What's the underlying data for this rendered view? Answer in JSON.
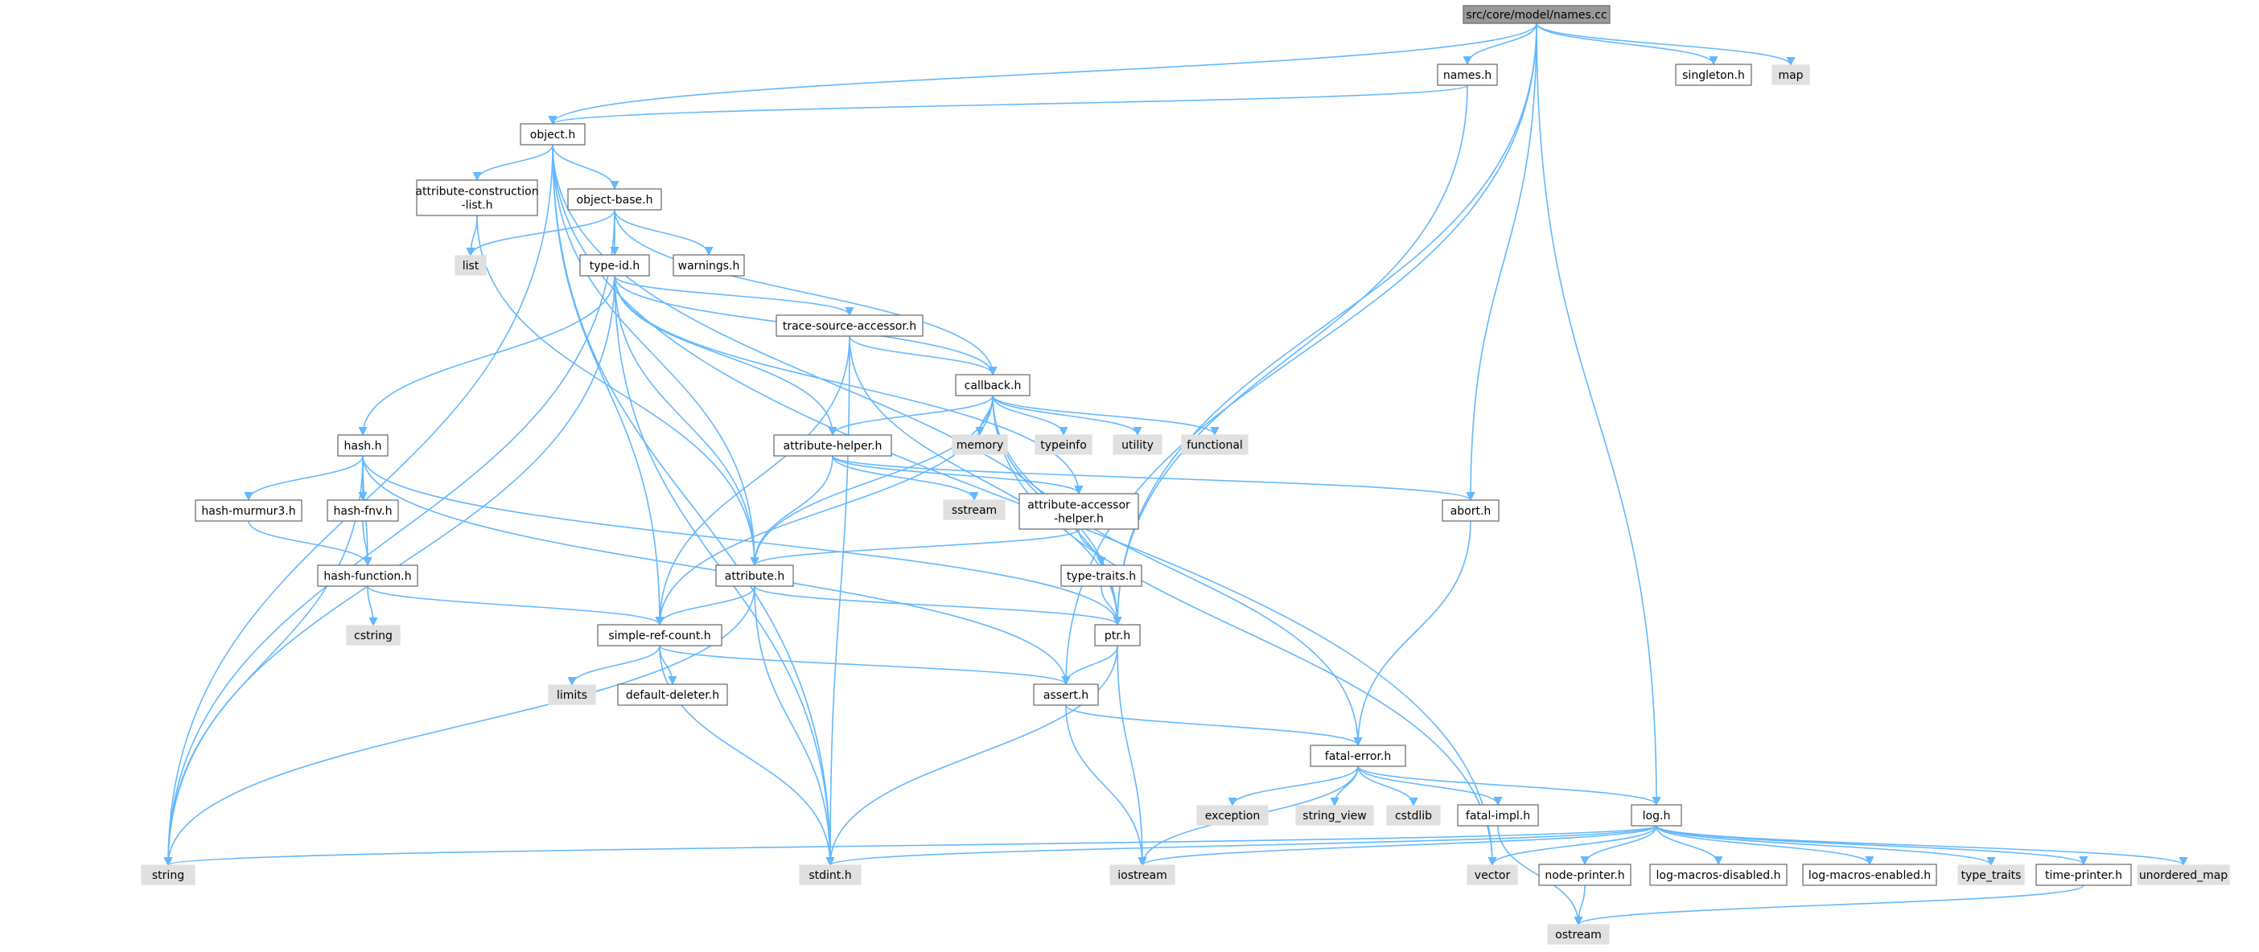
{
  "colors": {
    "edge": "#63b8ff",
    "node_border": "#666666",
    "node_fill": "#ffffff",
    "root_fill": "#999999",
    "system_fill": "#e0e0e0"
  },
  "nodes": [
    {
      "id": "names_cc",
      "label": "src/core/model/names.cc",
      "kind": "root"
    },
    {
      "id": "names_h",
      "label": "names.h",
      "kind": "file"
    },
    {
      "id": "singleton_h",
      "label": "singleton.h",
      "kind": "file"
    },
    {
      "id": "map",
      "label": "map",
      "kind": "system"
    },
    {
      "id": "object_h",
      "label": "object.h",
      "kind": "file"
    },
    {
      "id": "attr_construction",
      "label": [
        "attribute-construction",
        "-list.h"
      ],
      "kind": "file"
    },
    {
      "id": "object_base_h",
      "label": "object-base.h",
      "kind": "file"
    },
    {
      "id": "list",
      "label": "list",
      "kind": "system"
    },
    {
      "id": "type_id_h",
      "label": "type-id.h",
      "kind": "file"
    },
    {
      "id": "warnings_h",
      "label": "warnings.h",
      "kind": "file"
    },
    {
      "id": "trace_source",
      "label": "trace-source-accessor.h",
      "kind": "file"
    },
    {
      "id": "callback_h",
      "label": "callback.h",
      "kind": "file"
    },
    {
      "id": "hash_h",
      "label": "hash.h",
      "kind": "file"
    },
    {
      "id": "attr_helper",
      "label": "attribute-helper.h",
      "kind": "file"
    },
    {
      "id": "memory",
      "label": "memory",
      "kind": "system"
    },
    {
      "id": "typeinfo",
      "label": "typeinfo",
      "kind": "system"
    },
    {
      "id": "utility",
      "label": "utility",
      "kind": "system"
    },
    {
      "id": "functional",
      "label": "functional",
      "kind": "system"
    },
    {
      "id": "hash_murmur",
      "label": "hash-murmur3.h",
      "kind": "file"
    },
    {
      "id": "hash_fnv",
      "label": "hash-fnv.h",
      "kind": "file"
    },
    {
      "id": "sstream",
      "label": "sstream",
      "kind": "system"
    },
    {
      "id": "attr_accessor",
      "label": [
        "attribute-accessor",
        "-helper.h"
      ],
      "kind": "file"
    },
    {
      "id": "abort_h",
      "label": "abort.h",
      "kind": "file"
    },
    {
      "id": "hash_function",
      "label": "hash-function.h",
      "kind": "file"
    },
    {
      "id": "attribute_h",
      "label": "attribute.h",
      "kind": "file"
    },
    {
      "id": "type_traits_h",
      "label": "type-traits.h",
      "kind": "file"
    },
    {
      "id": "cstring",
      "label": "cstring",
      "kind": "system"
    },
    {
      "id": "simple_ref",
      "label": "simple-ref-count.h",
      "kind": "file"
    },
    {
      "id": "ptr_h",
      "label": "ptr.h",
      "kind": "file"
    },
    {
      "id": "limits",
      "label": "limits",
      "kind": "system"
    },
    {
      "id": "default_deleter",
      "label": "default-deleter.h",
      "kind": "file"
    },
    {
      "id": "assert_h",
      "label": "assert.h",
      "kind": "file"
    },
    {
      "id": "fatal_error",
      "label": "fatal-error.h",
      "kind": "file"
    },
    {
      "id": "exception",
      "label": "exception",
      "kind": "system"
    },
    {
      "id": "string_view",
      "label": "string_view",
      "kind": "system"
    },
    {
      "id": "cstdlib",
      "label": "cstdlib",
      "kind": "system"
    },
    {
      "id": "fatal_impl",
      "label": "fatal-impl.h",
      "kind": "file"
    },
    {
      "id": "log_h",
      "label": "log.h",
      "kind": "file"
    },
    {
      "id": "string",
      "label": "string",
      "kind": "system"
    },
    {
      "id": "stdint_h",
      "label": "stdint.h",
      "kind": "system"
    },
    {
      "id": "iostream",
      "label": "iostream",
      "kind": "system"
    },
    {
      "id": "vector",
      "label": "vector",
      "kind": "system"
    },
    {
      "id": "node_printer",
      "label": "node-printer.h",
      "kind": "file"
    },
    {
      "id": "log_macros_disabled",
      "label": "log-macros-disabled.h",
      "kind": "file"
    },
    {
      "id": "log_macros_enabled",
      "label": "log-macros-enabled.h",
      "kind": "file"
    },
    {
      "id": "type_traits",
      "label": "type_traits",
      "kind": "system"
    },
    {
      "id": "time_printer",
      "label": "time-printer.h",
      "kind": "file"
    },
    {
      "id": "unordered_map",
      "label": "unordered_map",
      "kind": "system"
    },
    {
      "id": "ostream",
      "label": "ostream",
      "kind": "system"
    }
  ],
  "edges": [
    [
      "names_cc",
      "object_h"
    ],
    [
      "names_cc",
      "names_h"
    ],
    [
      "names_cc",
      "singleton_h"
    ],
    [
      "names_cc",
      "map"
    ],
    [
      "names_cc",
      "ptr_h"
    ],
    [
      "names_cc",
      "abort_h"
    ],
    [
      "names_cc",
      "assert_h"
    ],
    [
      "names_cc",
      "log_h"
    ],
    [
      "names_h",
      "object_h"
    ],
    [
      "names_h",
      "ptr_h"
    ],
    [
      "object_h",
      "attr_construction"
    ],
    [
      "object_h",
      "object_base_h"
    ],
    [
      "object_h",
      "attribute_h"
    ],
    [
      "object_h",
      "simple_ref"
    ],
    [
      "object_h",
      "ptr_h"
    ],
    [
      "object_h",
      "string"
    ],
    [
      "object_h",
      "stdint_h"
    ],
    [
      "object_h",
      "vector"
    ],
    [
      "attr_construction",
      "list"
    ],
    [
      "attr_construction",
      "attribute_h"
    ],
    [
      "object_base_h",
      "list"
    ],
    [
      "object_base_h",
      "type_id_h"
    ],
    [
      "object_base_h",
      "warnings_h"
    ],
    [
      "object_base_h",
      "callback_h"
    ],
    [
      "object_base_h",
      "string"
    ],
    [
      "type_id_h",
      "trace_source"
    ],
    [
      "type_id_h",
      "callback_h"
    ],
    [
      "type_id_h",
      "hash_h"
    ],
    [
      "type_id_h",
      "attr_helper"
    ],
    [
      "type_id_h",
      "attr_accessor"
    ],
    [
      "type_id_h",
      "attribute_h"
    ],
    [
      "type_id_h",
      "string"
    ],
    [
      "type_id_h",
      "stdint_h"
    ],
    [
      "trace_source",
      "callback_h"
    ],
    [
      "trace_source",
      "simple_ref"
    ],
    [
      "trace_source",
      "ptr_h"
    ],
    [
      "trace_source",
      "stdint_h"
    ],
    [
      "callback_h",
      "attr_helper"
    ],
    [
      "callback_h",
      "memory"
    ],
    [
      "callback_h",
      "typeinfo"
    ],
    [
      "callback_h",
      "utility"
    ],
    [
      "callback_h",
      "functional"
    ],
    [
      "callback_h",
      "attribute_h"
    ],
    [
      "callback_h",
      "simple_ref"
    ],
    [
      "callback_h",
      "ptr_h"
    ],
    [
      "callback_h",
      "fatal_error"
    ],
    [
      "callback_h",
      "vector"
    ],
    [
      "hash_h",
      "hash_murmur"
    ],
    [
      "hash_h",
      "hash_fnv"
    ],
    [
      "hash_h",
      "hash_function"
    ],
    [
      "hash_h",
      "assert_h"
    ],
    [
      "hash_h",
      "ptr_h"
    ],
    [
      "hash_h",
      "string"
    ],
    [
      "hash_murmur",
      "hash_function"
    ],
    [
      "hash_fnv",
      "hash_function"
    ],
    [
      "attr_helper",
      "sstream"
    ],
    [
      "attr_helper",
      "attr_accessor"
    ],
    [
      "attr_helper",
      "abort_h"
    ],
    [
      "attr_helper",
      "attribute_h"
    ],
    [
      "attr_accessor",
      "type_traits_h"
    ],
    [
      "attr_accessor",
      "attribute_h"
    ],
    [
      "abort_h",
      "fatal_error"
    ],
    [
      "hash_function",
      "cstring"
    ],
    [
      "hash_function",
      "simple_ref"
    ],
    [
      "attribute_h",
      "simple_ref"
    ],
    [
      "attribute_h",
      "ptr_h"
    ],
    [
      "attribute_h",
      "string"
    ],
    [
      "attribute_h",
      "stdint_h"
    ],
    [
      "type_traits_h",
      "ptr_h"
    ],
    [
      "simple_ref",
      "limits"
    ],
    [
      "simple_ref",
      "default_deleter"
    ],
    [
      "simple_ref",
      "assert_h"
    ],
    [
      "simple_ref",
      "stdint_h"
    ],
    [
      "ptr_h",
      "assert_h"
    ],
    [
      "ptr_h",
      "iostream"
    ],
    [
      "ptr_h",
      "stdint_h"
    ],
    [
      "assert_h",
      "fatal_error"
    ],
    [
      "assert_h",
      "iostream"
    ],
    [
      "fatal_error",
      "exception"
    ],
    [
      "fatal_error",
      "string_view"
    ],
    [
      "fatal_error",
      "cstdlib"
    ],
    [
      "fatal_error",
      "fatal_impl"
    ],
    [
      "fatal_error",
      "log_h"
    ],
    [
      "fatal_error",
      "iostream"
    ],
    [
      "fatal_impl",
      "ostream"
    ],
    [
      "log_h",
      "string"
    ],
    [
      "log_h",
      "stdint_h"
    ],
    [
      "log_h",
      "iostream"
    ],
    [
      "log_h",
      "vector"
    ],
    [
      "log_h",
      "node_printer"
    ],
    [
      "log_h",
      "log_macros_disabled"
    ],
    [
      "log_h",
      "log_macros_enabled"
    ],
    [
      "log_h",
      "type_traits"
    ],
    [
      "log_h",
      "time_printer"
    ],
    [
      "log_h",
      "unordered_map"
    ],
    [
      "node_printer",
      "ostream"
    ],
    [
      "time_printer",
      "ostream"
    ]
  ]
}
